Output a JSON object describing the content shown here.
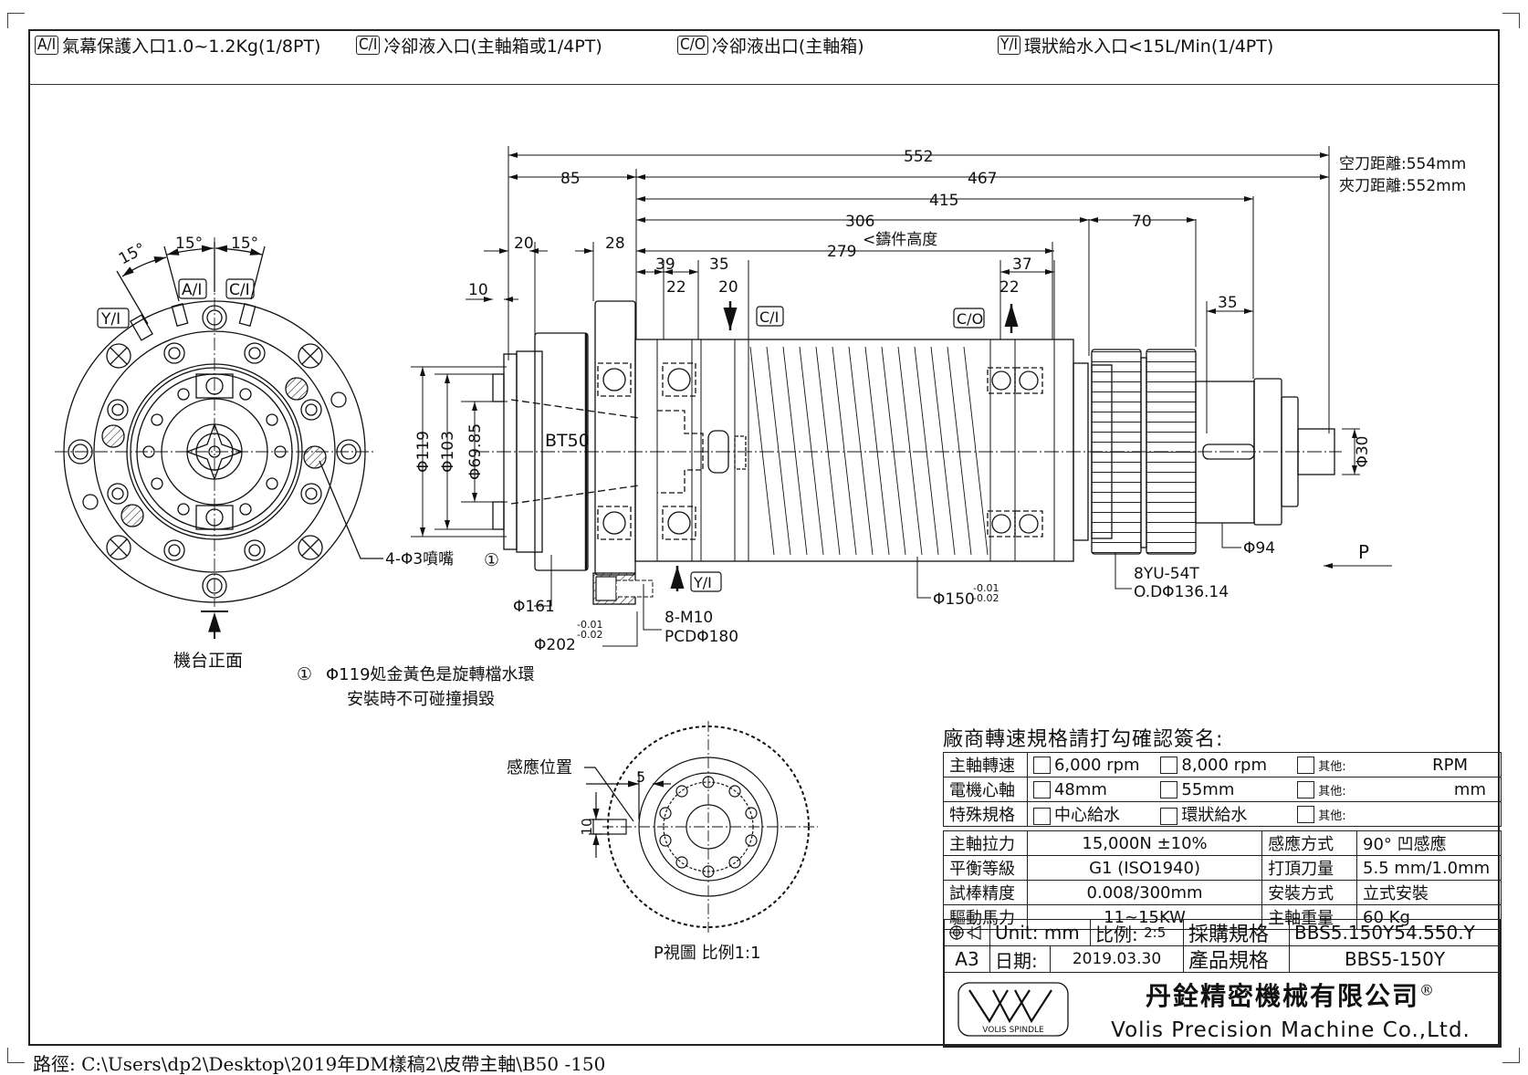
{
  "header_legend": [
    {
      "tag": "A/I",
      "text": "氣幕保護入口1.0~1.2Kg(1/8PT)"
    },
    {
      "tag": "C/I",
      "text": "冷卻液入口(主軸箱或1/4PT)"
    },
    {
      "tag": "C/O",
      "text": "冷卻液出口(主軸箱)"
    },
    {
      "tag": "Y/I",
      "text": "環狀給水入口<15L/Min(1/4PT)"
    }
  ],
  "front_view": {
    "angles": [
      "15°",
      "15°",
      "15°"
    ],
    "port_tags": [
      "Y/I",
      "A/I",
      "C/I"
    ],
    "nozzle_label": "4-Φ3噴嘴",
    "front_label": "機台正面"
  },
  "note": {
    "marker": "①",
    "line1": "Φ119処金黃色是旋轉檔水環",
    "line2": "安裝時不可碰撞損毀"
  },
  "side_view": {
    "dims_top": {
      "d552": "552",
      "d85": "85",
      "d467": "467",
      "d415": "415",
      "d306": "306",
      "d70": "70",
      "d279": "279",
      "casting_height": "<鑄件高度",
      "d20a": "20",
      "d28": "28",
      "d10": "10",
      "d39": "39",
      "d35a": "35",
      "d22a": "22",
      "d20b": "20",
      "d37": "37",
      "d22b": "22",
      "d35b": "35"
    },
    "right_notes": [
      "空刀距離:554mm",
      "夾刀距離:552mm"
    ],
    "diameters": [
      "Φ119",
      "Φ103",
      "Φ69.85"
    ],
    "taper": "BT50",
    "port_ci": "C/I",
    "port_co": "C/O",
    "port_yi": "Y/I",
    "marker": "①",
    "d161": "Φ161",
    "d202": "Φ202",
    "d202_tol_upper": "-0.01",
    "d202_tol_lower": "-0.02",
    "bolts": "8-M10",
    "pcd": "PCDΦ180",
    "d150": "Φ150",
    "d150_tol_upper": "-0.01",
    "d150_tol_lower": "-0.02",
    "gear_spec": "8YU-54T",
    "gear_od": "O.DΦ136.14",
    "d94": "Φ94",
    "d30": "Φ30",
    "view_arrow": "P"
  },
  "p_view": {
    "sensor_label": "感應位置",
    "dim5": "5",
    "dim10": "10",
    "caption": "P視圖 比例1:1"
  },
  "spec_sheet": {
    "title": "廠商轉速規格請打勾確認簽名:",
    "rows": [
      {
        "label": "主軸轉速",
        "opt1": "6,000 rpm",
        "opt2": "8,000 rpm",
        "other": "其他:",
        "unit": "RPM"
      },
      {
        "label": "電機心軸",
        "opt1": "48mm",
        "opt2": "55mm",
        "other": "其他:",
        "unit": "mm"
      },
      {
        "label": "特殊規格",
        "opt1": "中心給水",
        "opt2": "環狀給水",
        "other": "其他:",
        "unit": ""
      }
    ],
    "params": [
      {
        "label": "主軸拉力",
        "value": "15,000N ±10%",
        "label2": "感應方式",
        "value2": "90° 凹感應"
      },
      {
        "label": "平衡等級",
        "value": "G1  (ISO1940)",
        "label2": "打頂刀量",
        "value2": "5.5 mm/1.0mm"
      },
      {
        "label": "試棒精度",
        "value": "0.008/300mm",
        "label2": "安裝方式",
        "value2": "立式安裝"
      },
      {
        "label": "驅動馬力",
        "value": "11~15KW",
        "label2": "主軸重量",
        "value2": "60 Kg"
      }
    ]
  },
  "title_block": {
    "unit_label": "Unit:",
    "unit_value": "mm",
    "scale_label": "比例:",
    "scale_value": "2:5",
    "purchase_label": "採購規格",
    "purchase_value": "BBS5.150Y54.550.Y",
    "sheet_size": "A3",
    "date_label": "日期:",
    "date_value": "2019.03.30",
    "product_label": "產品規格",
    "product_value": "BBS5-150Y",
    "company_cn": "丹銓精密機械有限公司",
    "registered": "®",
    "company_en": "Volis Precision Machine Co.,Ltd.",
    "logo_text": "VOLIS SPINDLE"
  },
  "file_path": "路徑: C:\\Users\\dp2\\Desktop\\2019年DM樣稿2\\皮帶主軸\\B50 -150"
}
